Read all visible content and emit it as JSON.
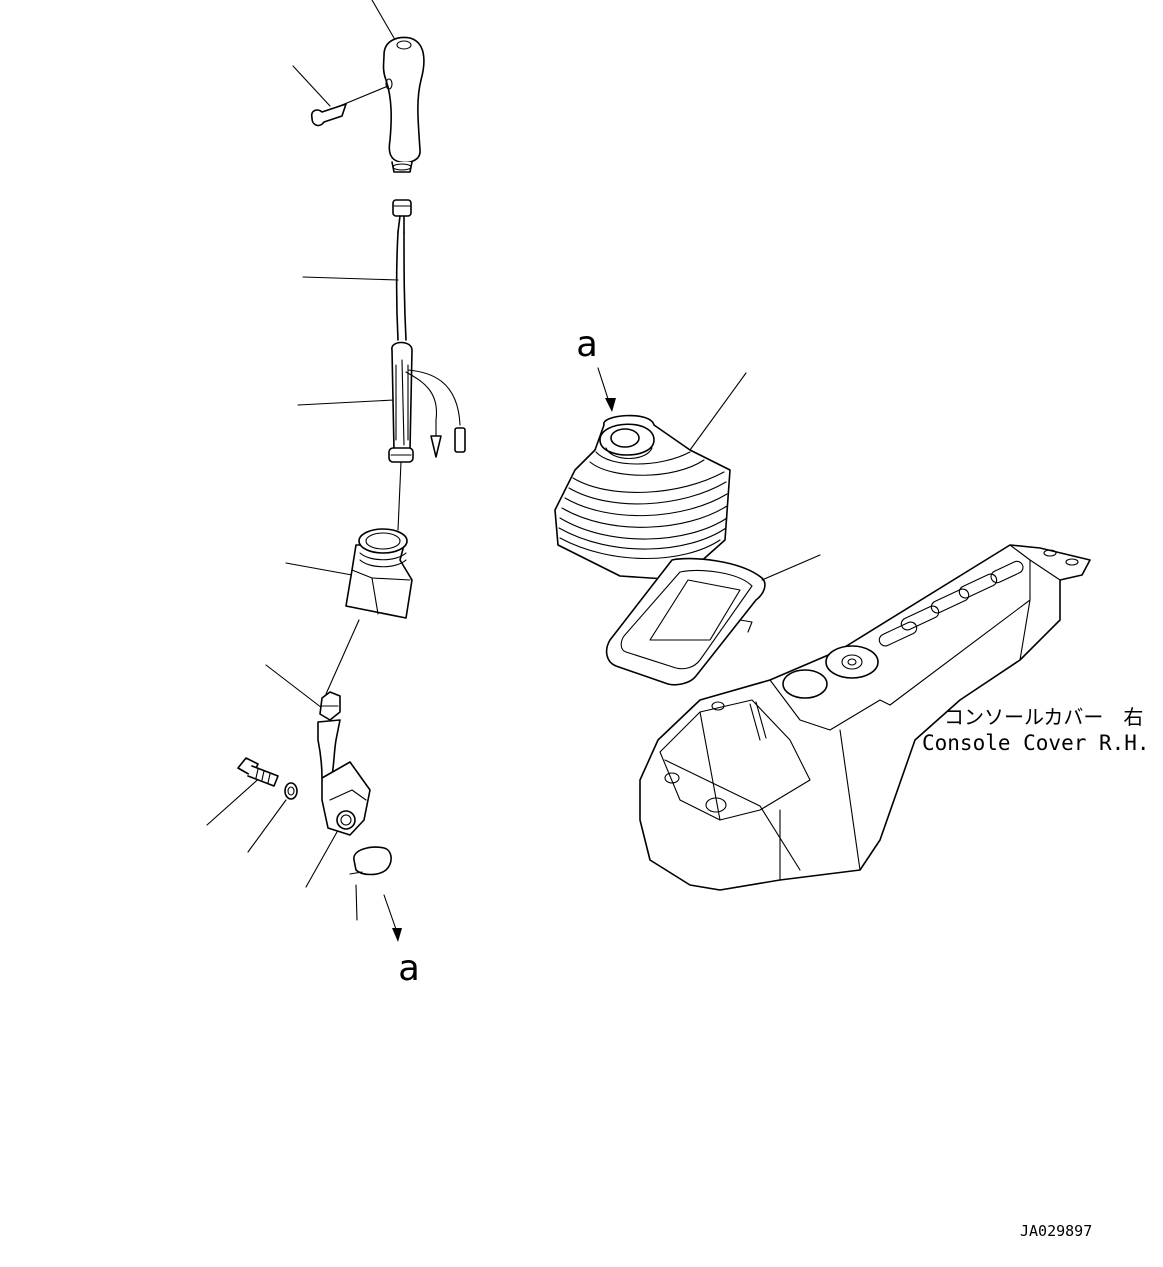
{
  "ref_marker_top": "a",
  "ref_marker_bottom": "a",
  "part_label_jp": "コンソールカバー　右",
  "part_label_en": "Console Cover R.H.",
  "drawing_number": "JA029897",
  "colors": {
    "ink": "#000000",
    "paper": "#ffffff"
  }
}
